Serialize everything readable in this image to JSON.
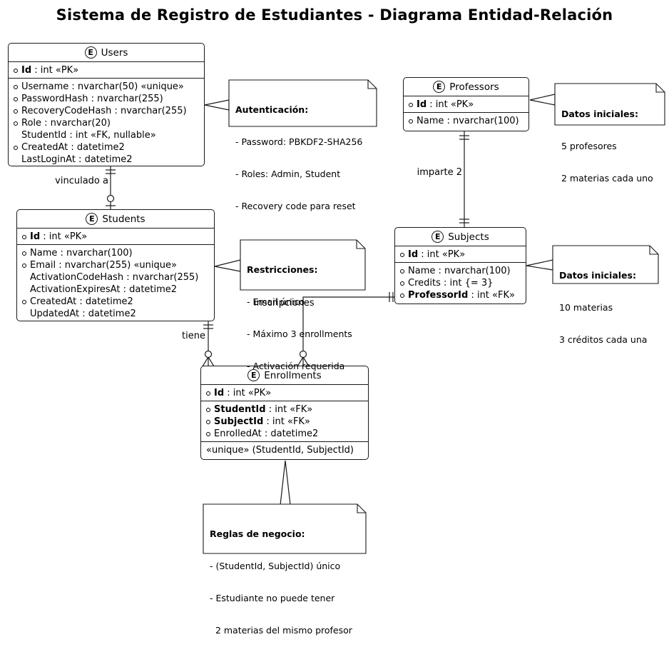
{
  "title": "Sistema de Registro de Estudiantes - Diagrama Entidad-Relación",
  "entities": {
    "users": {
      "stereotype": "E",
      "name": "Users",
      "pk": {
        "name": "Id",
        "rest": " : int «PK»"
      },
      "rows": [
        {
          "name": "Username",
          "rest": " : nvarchar(50) «unique»"
        },
        {
          "name": "PasswordHash",
          "rest": " : nvarchar(255)"
        },
        {
          "name": "RecoveryCodeHash",
          "rest": " : nvarchar(255)"
        },
        {
          "name": "Role",
          "rest": " : nvarchar(20)"
        },
        {
          "name": "StudentId",
          "rest": " : int «FK, nullable»"
        },
        {
          "name": "CreatedAt",
          "rest": " : datetime2"
        },
        {
          "name": "LastLoginAt",
          "rest": " : datetime2"
        }
      ]
    },
    "professors": {
      "stereotype": "E",
      "name": "Professors",
      "pk": {
        "name": "Id",
        "rest": " : int «PK»"
      },
      "rows": [
        {
          "name": "Name",
          "rest": " : nvarchar(100)"
        }
      ]
    },
    "students": {
      "stereotype": "E",
      "name": "Students",
      "pk": {
        "name": "Id",
        "rest": " : int «PK»"
      },
      "rows": [
        {
          "name": "Name",
          "rest": " : nvarchar(100)"
        },
        {
          "name": "Email",
          "rest": " : nvarchar(255) «unique»"
        },
        {
          "name": "ActivationCodeHash",
          "rest": " : nvarchar(255)"
        },
        {
          "name": "ActivationExpiresAt",
          "rest": " : datetime2"
        },
        {
          "name": "CreatedAt",
          "rest": " : datetime2"
        },
        {
          "name": "UpdatedAt",
          "rest": " : datetime2"
        }
      ]
    },
    "subjects": {
      "stereotype": "E",
      "name": "Subjects",
      "pk": {
        "name": "Id",
        "rest": " : int «PK»"
      },
      "rows": [
        {
          "name": "Name",
          "rest": " : nvarchar(100)"
        },
        {
          "name": "Credits",
          "rest": " : int {= 3}"
        },
        {
          "name": "ProfessorId",
          "rest": " : int «FK»"
        }
      ]
    },
    "enrollments": {
      "stereotype": "E",
      "name": "Enrollments",
      "pk": {
        "name": "Id",
        "rest": " : int «PK»"
      },
      "rows": [
        {
          "name": "StudentId",
          "rest": " : int «FK»"
        },
        {
          "name": "SubjectId",
          "rest": " : int «FK»"
        },
        {
          "name": "EnrolledAt",
          "rest": " : datetime2"
        }
      ],
      "unique_constraint": "«unique» (StudentId, SubjectId)"
    }
  },
  "edges": {
    "users_students": "vinculado a",
    "professors_subjects": "imparte 2",
    "students_enrollments": "tiene",
    "subjects_enrollments": "inscripciones"
  },
  "notes": {
    "auth": {
      "title": "Autenticación:",
      "lines": [
        "- Password: PBKDF2-SHA256",
        "- Roles: Admin, Student",
        "- Recovery code para reset"
      ]
    },
    "professors_data": {
      "title": "Datos iniciales:",
      "lines": [
        "5 profesores",
        "2 materias cada uno"
      ]
    },
    "restrictions": {
      "title": "Restricciones:",
      "lines": [
        "- Email único",
        "- Máximo 3 enrollments",
        "- Activación requerida"
      ]
    },
    "subjects_data": {
      "title": "Datos iniciales:",
      "lines": [
        "10 materias",
        "3 créditos cada una"
      ]
    },
    "rules": {
      "title": "Reglas de negocio:",
      "lines": [
        "- (StudentId, SubjectId) único",
        "- Estudiante no puede tener",
        "  2 materias del mismo profesor"
      ]
    }
  },
  "colors": {
    "line": "#1a1a1a",
    "background": "#ffffff",
    "text": "#000000"
  }
}
